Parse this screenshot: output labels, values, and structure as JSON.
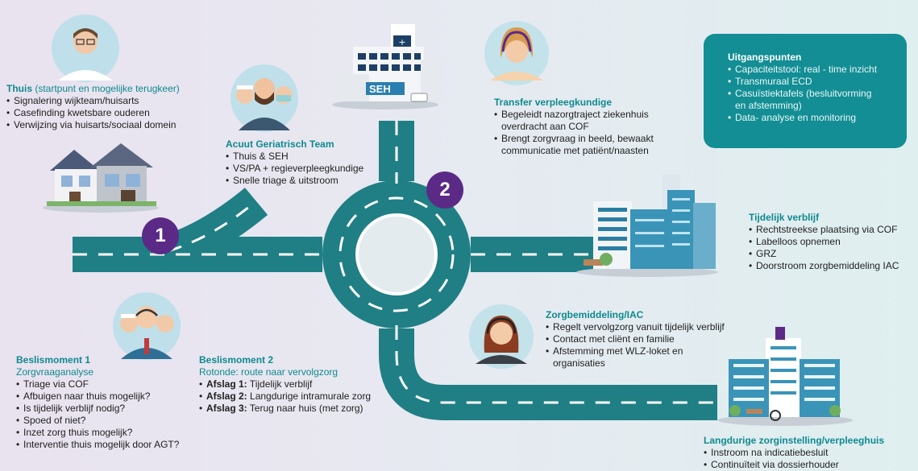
{
  "colors": {
    "teal": "#138e95",
    "road": "#1f7f84",
    "purple": "#5b2a86",
    "title": "#0e8a8f"
  },
  "badges": {
    "one": "1",
    "two": "2"
  },
  "thuis": {
    "title": "Thuis",
    "title_extra": " (startpunt en mogelijke terugkeer)",
    "items": [
      "Signalering wijkteam/huisarts",
      "Casefinding kwetsbare ouderen",
      "Verwijzing via huisarts/sociaal domein"
    ]
  },
  "agt": {
    "title": "Acuut Geriatrisch Team",
    "items": [
      "Thuis & SEH",
      "VS/PA + regieverpleegkundige",
      "Snelle triage & uitstroom"
    ]
  },
  "hospital": {
    "sign": "SEH"
  },
  "transfer": {
    "title": "Transfer verpleegkundige",
    "items": [
      "Begeleidt nazorgtraject ziekenhuis",
      "overdracht aan COF",
      "Brengt zorgvraag in beeld, bewaakt",
      "communicatie met patiënt/naasten"
    ]
  },
  "uitgangspunten": {
    "title": "Uitgangspunten",
    "items": [
      "Capaciteitstool: real - time inzicht",
      "Transmuraal ECD",
      "Casuïstiektafels (besluitvorming",
      "en afstemming)",
      "Data- analyse en monitoring"
    ]
  },
  "tijdelijk": {
    "title": "Tijdelijk verblijf",
    "items": [
      "Rechtstreekse plaatsing via COF",
      "Labelloos opnemen",
      "GRZ",
      "Doorstroom zorgbemiddeling IAC"
    ]
  },
  "zorgbemiddeling": {
    "title": "Zorgbemiddeling/IAC",
    "items": [
      "Regelt vervolgzorg vanuit tijdelijk verblijf",
      "Contact met cliënt en familie",
      "Afstemming met WLZ-loket en",
      "organisaties"
    ]
  },
  "beslis1": {
    "title": "Beslismoment 1",
    "subtitle": "Zorgvraaganalyse",
    "items": [
      "Triage via COF",
      "Afbuigen naar thuis mogelijk?",
      "Is tijdelijk verblijf nodig?",
      "Spoed of niet?",
      "Inzet zorg thuis mogelijk?",
      "Interventie thuis mogelijk door AGT?"
    ]
  },
  "beslis2": {
    "title": "Beslismoment 2",
    "subtitle": "Rotonde: route naar vervolgzorg",
    "items": [
      {
        "bold": "Afslag 1:",
        "text": " Tijdelijk verblijf"
      },
      {
        "bold": "Afslag 2:",
        "text": " Langdurige intramurale zorg"
      },
      {
        "bold": "Afslag 3:",
        "text": " Terug naar huis (met zorg)"
      }
    ]
  },
  "langdurig": {
    "title": "Langdurige zorginstelling/verpleeghuis",
    "items": [
      "Instroom na indicatiebesluit",
      "Continuïteit via dossierhouder"
    ]
  }
}
